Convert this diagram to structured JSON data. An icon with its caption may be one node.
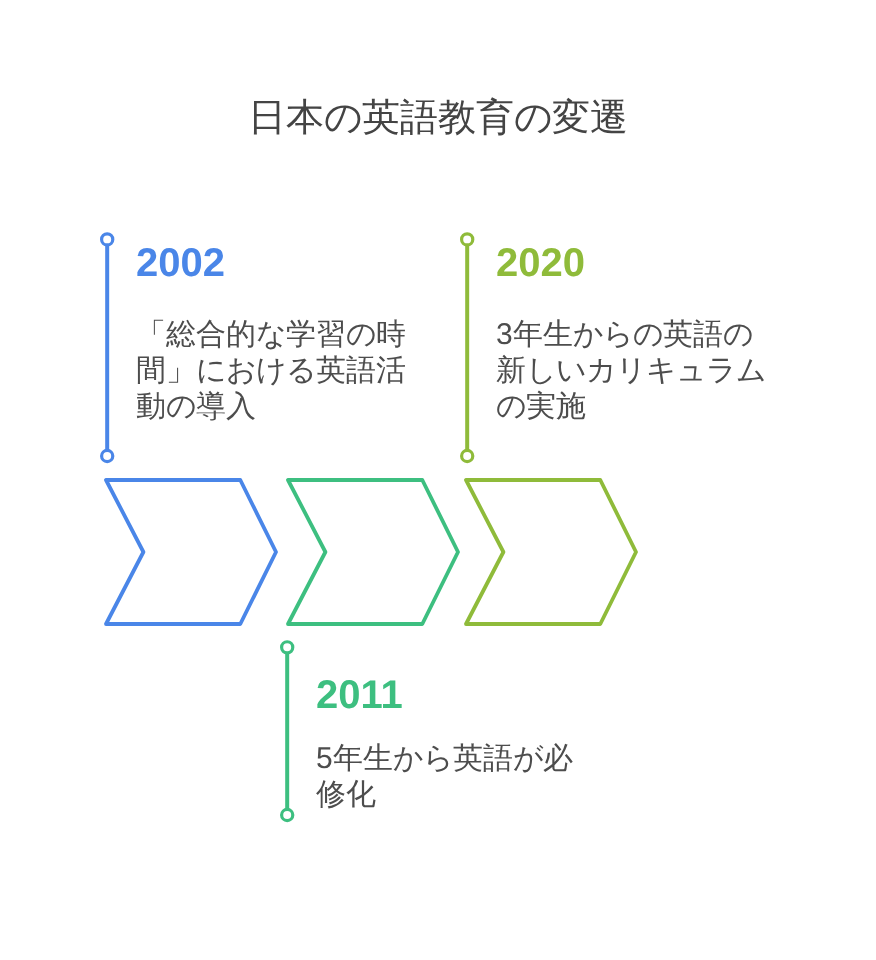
{
  "diagram": {
    "title": "日本の英語教育の変遷",
    "nodes": [
      {
        "text": [],
        "shape": "chevron",
        "beside": [
          "2002",
          "「総合的な学習の時間」における英語活動の導入"
        ]
      },
      {
        "text": [],
        "shape": "chevron",
        "beside": [
          "2011",
          "5年生から英語が必修化"
        ]
      },
      {
        "text": [],
        "shape": "chevron",
        "beside": [
          "2020",
          "3年生からの英語の新しいカリキュラムの実施"
        ]
      }
    ]
  }
}
